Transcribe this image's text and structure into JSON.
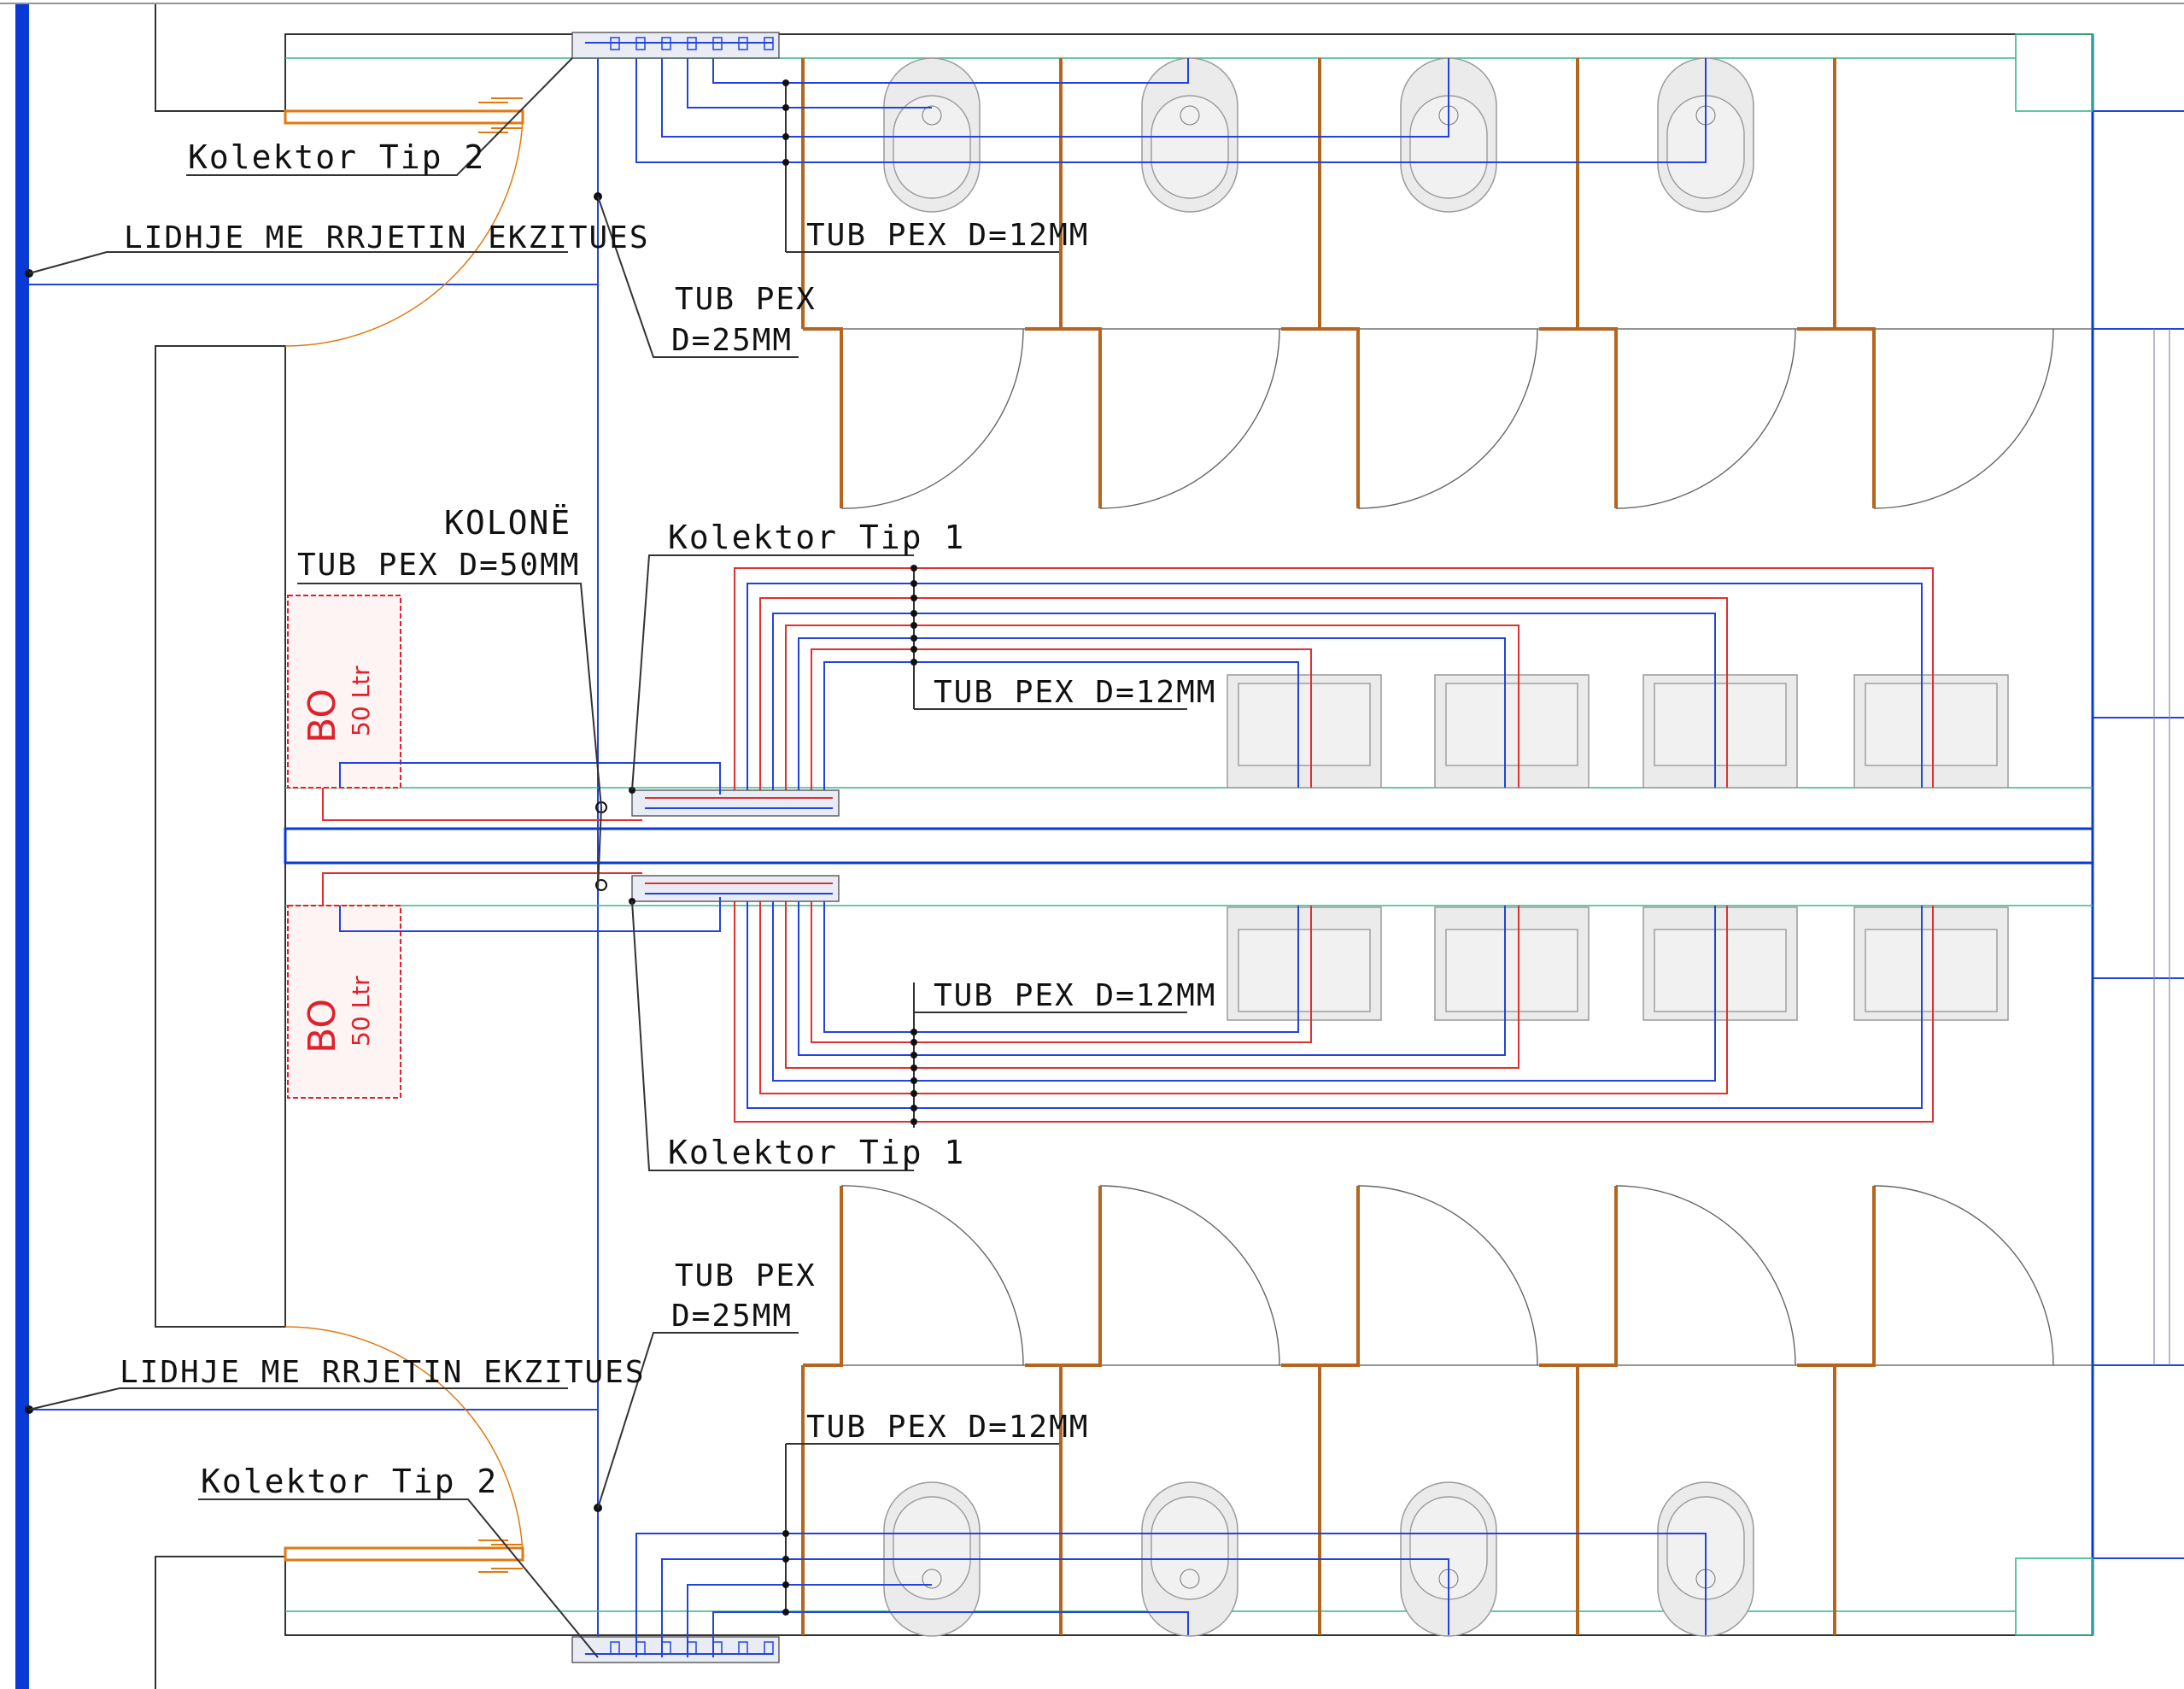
{
  "drawing": {
    "colors": {
      "main_supply": "#0a3ad6",
      "cold_water": "#2244dd",
      "hot_water": "#e03030",
      "partition": "#b5651d",
      "drain": "#35b98a",
      "boiler": "#e0202a",
      "fixture_fill": "#ebebeb"
    },
    "labels": {
      "kolektor_tip2_top": "Kolektor Tip 2",
      "lidhje_top": "LIDHJE ME RRJETIN EKZITUES",
      "tub_pex_25_top_line1": "TUB PEX",
      "tub_pex_25_top_line2": "D=25MM",
      "tub_pex_12_top": "TUB PEX D=12MM",
      "kolone": "KOLONË",
      "tub_pex_50": "TUB PEX D=50MM",
      "kolektor_tip1_top": "Kolektor Tip 1",
      "tub_pex_12_mid_top": "TUB PEX D=12MM",
      "tub_pex_12_mid_bottom": "TUB PEX D=12MM",
      "kolektor_tip1_bottom": "Kolektor Tip 1",
      "tub_pex_25_bottom_line1": "TUB PEX",
      "tub_pex_25_bottom_line2": "D=25MM",
      "lidhje_bottom": "LIDHJE ME RRJETIN EKZITUES",
      "tub_pex_12_bottom": "TUB PEX D=12MM",
      "kolektor_tip2_bottom": "Kolektor Tip 2"
    },
    "boilers": [
      {
        "name": "BO",
        "capacity": "50 Ltr"
      },
      {
        "name": "BO",
        "capacity": "50 Ltr"
      }
    ],
    "icons": [
      "toilet-icon",
      "sink-icon",
      "door-swing-icon",
      "manifold-icon",
      "water-heater-icon"
    ]
  }
}
